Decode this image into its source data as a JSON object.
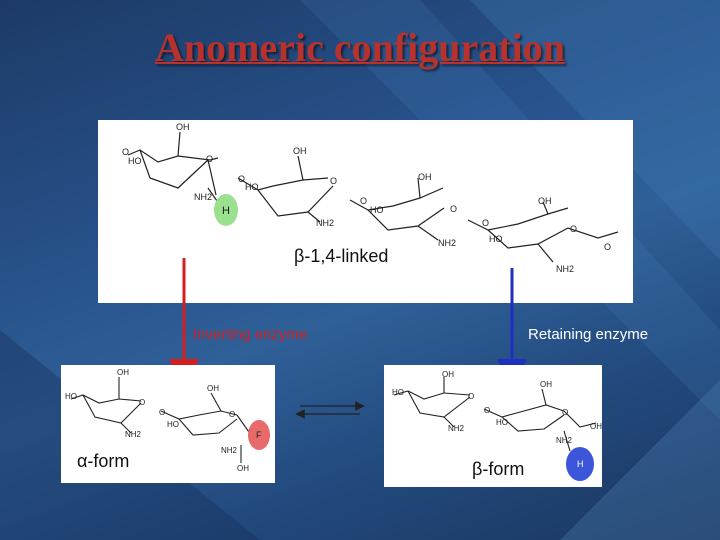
{
  "title": "Anomeric configuration",
  "top_structure": {
    "linkage_label": "β-1,4-linked",
    "atoms": {
      "oh": "OH",
      "ho": "HO",
      "o": "O",
      "nh2": "NH2",
      "h": "H"
    }
  },
  "labels": {
    "inverting": "Inverting enzyme",
    "retaining": "Retaining enzyme"
  },
  "left_product": {
    "form_label": "α-form",
    "atoms": {
      "oh": "OH",
      "ho": "HO",
      "o": "O",
      "nh2": "NH2",
      "f": "F"
    }
  },
  "right_product": {
    "form_label": "β-form",
    "atoms": {
      "oh": "OH",
      "ho": "HO",
      "o": "O",
      "nh2": "NH2",
      "h": "H"
    }
  },
  "colors": {
    "title": "#b8322d",
    "inverting_arrow": "#d41f1f",
    "retaining_arrow": "#1f2fbf",
    "h_green": "#9be08f",
    "f_red": "#e86a6a",
    "h_blue": "#3b56d8"
  }
}
